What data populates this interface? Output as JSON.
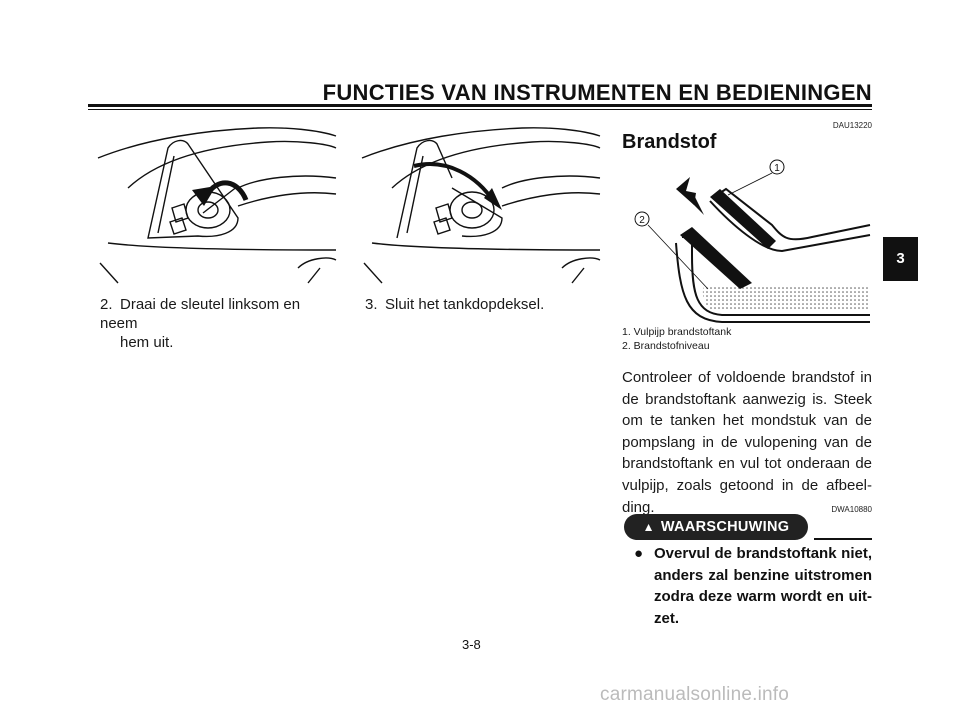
{
  "header": {
    "title": "FUNCTIES VAN INSTRUMENTEN EN BEDIENINGEN"
  },
  "steps": [
    {
      "number": "2.",
      "line1": "Draai de sleutel linksom en neem",
      "line2": "hem uit."
    },
    {
      "number": "3.",
      "line1": "Sluit het tankdopdeksel.",
      "line2": ""
    }
  ],
  "section": {
    "code": "DAU13220",
    "title": "Brandstof",
    "figure_callouts": [
      "1",
      "2"
    ],
    "captions": [
      "1. Vulpijp brandstoftank",
      "2. Brandstofniveau"
    ],
    "body": "Controleer of voldoende brandstof in de brandstoftank aanwezig is. Steek om te tanken het mondstuk van de pompslang in de vulopening van de brandstoftank en vul tot onderaan de vulpijp, zoals getoond in de afbeel-ding."
  },
  "warning": {
    "code": "DWA10880",
    "label": "WAARSCHUWING",
    "bullets": [
      "Overvul de brandstoftank niet, anders zal benzine uitstromen zodra deze warm wordt en uit-zet."
    ]
  },
  "page_number": "3-8",
  "chapter_tab": "3",
  "watermark": "carmanualsonline.info"
}
